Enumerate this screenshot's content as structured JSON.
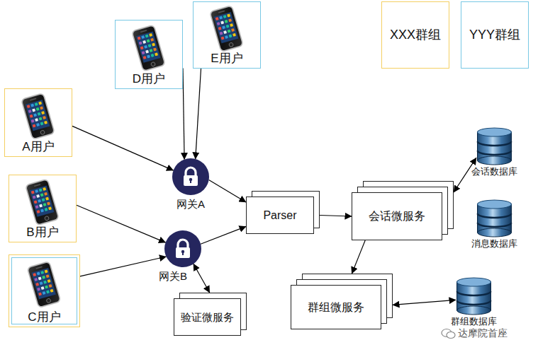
{
  "diagram": {
    "nodes": [
      {
        "text": [
          "D用户"
        ]
      },
      {
        "text": [
          "E用户"
        ]
      },
      {
        "text": [
          "A用户"
        ]
      },
      {
        "text": [
          "B用户"
        ]
      },
      {
        "text": [
          "C用户"
        ]
      },
      {
        "text": [
          "网关A"
        ]
      },
      {
        "text": [
          "网关B"
        ]
      },
      {
        "text": [
          "Parser"
        ]
      },
      {
        "text": [
          "会话微服务"
        ]
      },
      {
        "text": [
          "会话数据库"
        ]
      },
      {
        "text": [
          "消息数据库"
        ]
      },
      {
        "text": [
          "群组微服务"
        ]
      },
      {
        "text": [
          "验证微服务"
        ]
      },
      {
        "text": [
          "群组数据库"
        ]
      }
    ],
    "edges": [
      {
        "from": 0,
        "to": 5,
        "arrow": "to"
      },
      {
        "from": 1,
        "to": 5,
        "arrow": "to"
      },
      {
        "from": 2,
        "to": 5,
        "arrow": "to"
      },
      {
        "from": 3,
        "to": 6,
        "arrow": "to"
      },
      {
        "from": 4,
        "to": 6,
        "arrow": "to"
      },
      {
        "from": 5,
        "to": 7,
        "arrow": "to"
      },
      {
        "from": 6,
        "to": 7,
        "arrow": "to"
      },
      {
        "from": 7,
        "to": 8,
        "arrow": "to"
      },
      {
        "from": 8,
        "to": 9,
        "arrow": "both"
      },
      {
        "from": 8,
        "to": 11,
        "arrow": "to"
      },
      {
        "from": 11,
        "to": 13,
        "arrow": "both"
      },
      {
        "from": 6,
        "to": 12,
        "arrow": "both"
      }
    ],
    "labels": [
      "达摩院首座"
    ],
    "legend": [
      {
        "text": "XXX群组",
        "color": "#f4cf62"
      },
      {
        "text": "YYY群组",
        "color": "#78c8e4"
      }
    ]
  }
}
